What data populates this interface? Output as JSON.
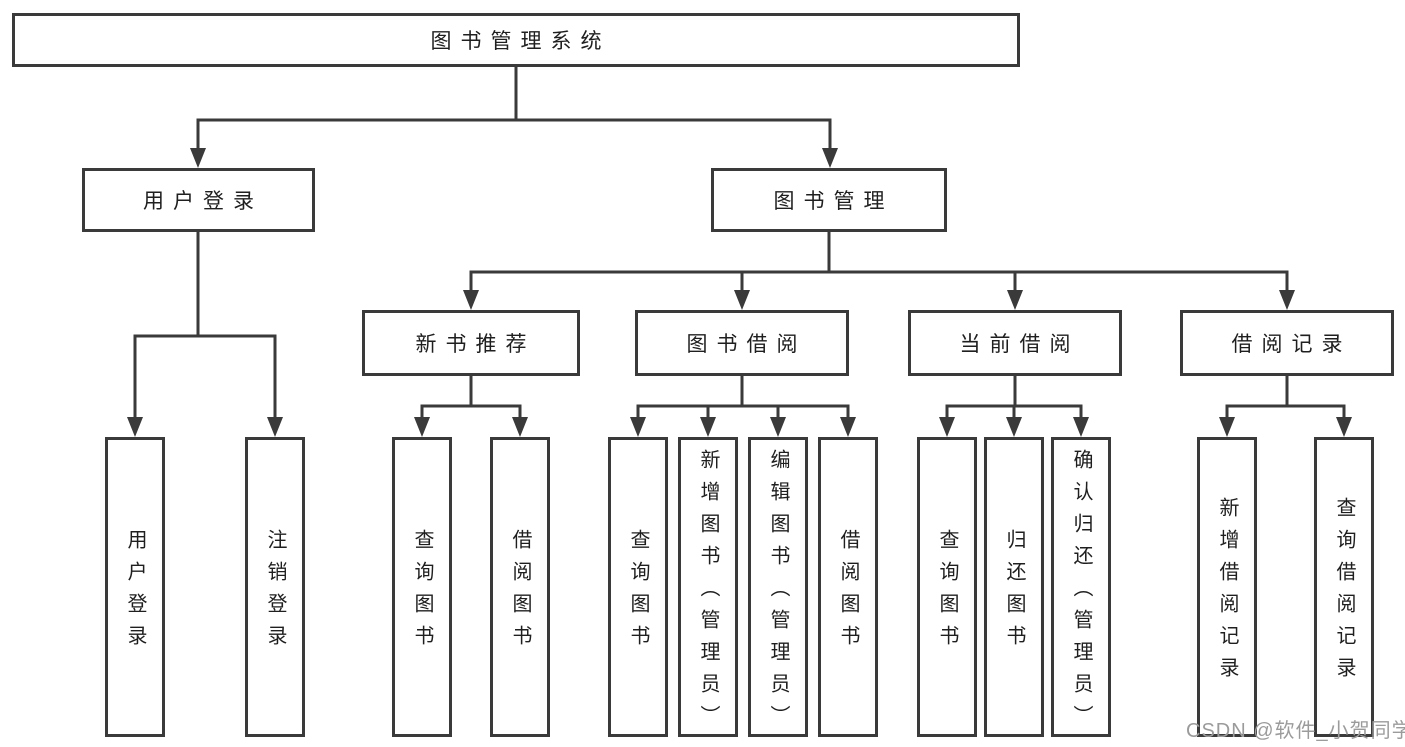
{
  "diagram": {
    "root": {
      "label": "图书管理系统"
    },
    "level2": [
      {
        "label": "用户登录"
      },
      {
        "label": "图书管理"
      }
    ],
    "level3": [
      {
        "label": "新书推荐"
      },
      {
        "label": "图书借阅"
      },
      {
        "label": "当前借阅"
      },
      {
        "label": "借阅记录"
      }
    ],
    "leaves": {
      "user_login": [
        "用户登录",
        "注销登录"
      ],
      "new_book": [
        "查询图书",
        "借阅图书"
      ],
      "book_borrow": [
        "查询图书",
        "新增图书（管理员）",
        "编辑图书（管理员）",
        "借阅图书"
      ],
      "current_borrow": [
        "查询图书",
        "归还图书",
        "确认归还（管理员）"
      ],
      "borrow_records": [
        "新增借阅记录",
        "查询借阅记录"
      ]
    },
    "watermark": "CSDN @软件_小贺同学",
    "colors": {
      "line": "#3a3a3a",
      "text": "#1f1f1f",
      "watermark_text": "#9b9b9b",
      "background": "#ffffff"
    }
  }
}
